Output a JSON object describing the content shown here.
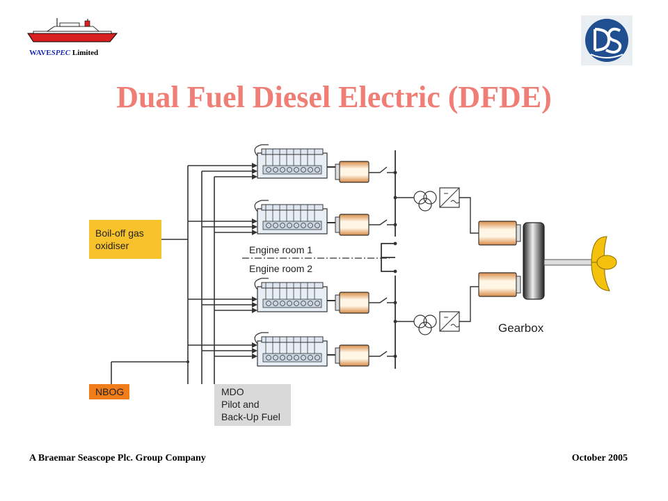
{
  "header": {
    "company_logo": {
      "icon": "ship-icon",
      "text_part1": "WAVE",
      "text_part2": "SPEC",
      "text_part3": " Limited"
    },
    "partner_logo": {
      "icon": "ds-monogram-logo",
      "color": "#1f4f91"
    }
  },
  "title": "Dual Fuel Diesel Electric (DFDE)",
  "diagram": {
    "boil_off_label_1": "Boil-off gas",
    "boil_off_label_2": "oxidiser",
    "nbog_label": "NBOG",
    "mdo_label_1": "MDO",
    "mdo_label_2": "Pilot and",
    "mdo_label_3": "Back-Up Fuel",
    "engine_room_1": "Engine room 1",
    "engine_room_2": "Engine room 2",
    "gearbox_label": "Gearbox",
    "colors": {
      "boil_off_box": "#f7c22b",
      "nbog_box": "#f07d1a",
      "mdo_box": "#d9d9d9",
      "propeller": "#f4c20d"
    }
  },
  "footer": {
    "left": "A Braemar Seascope Plc. Group Company",
    "right": "October 2005"
  }
}
